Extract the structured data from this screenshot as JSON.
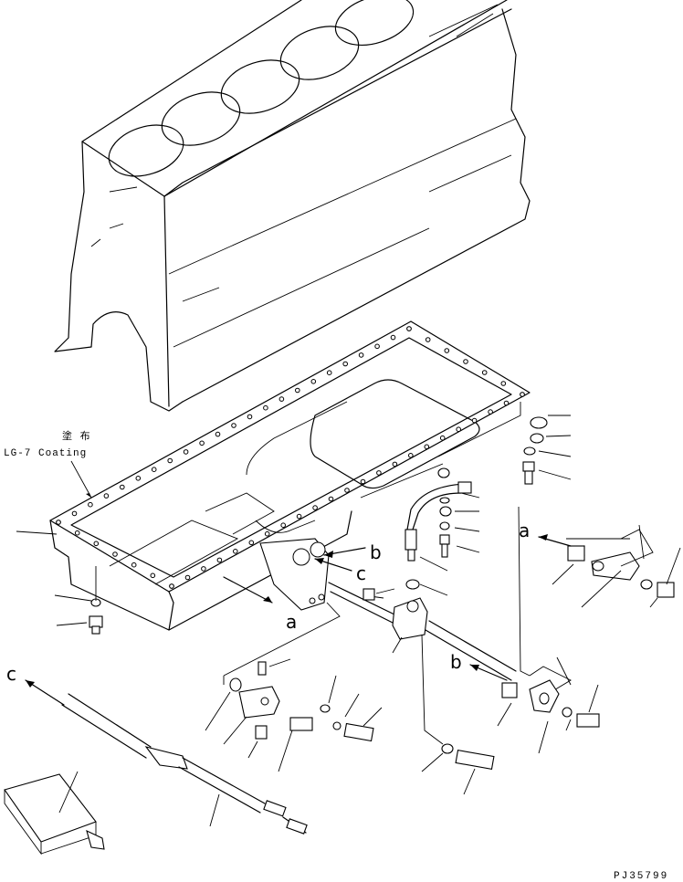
{
  "note": {
    "jp": "塗 布",
    "en": "LG-7 Coating"
  },
  "arrow_labels": {
    "a": "a",
    "b": "b",
    "c": "c"
  },
  "drawing_code": "PJ35799"
}
